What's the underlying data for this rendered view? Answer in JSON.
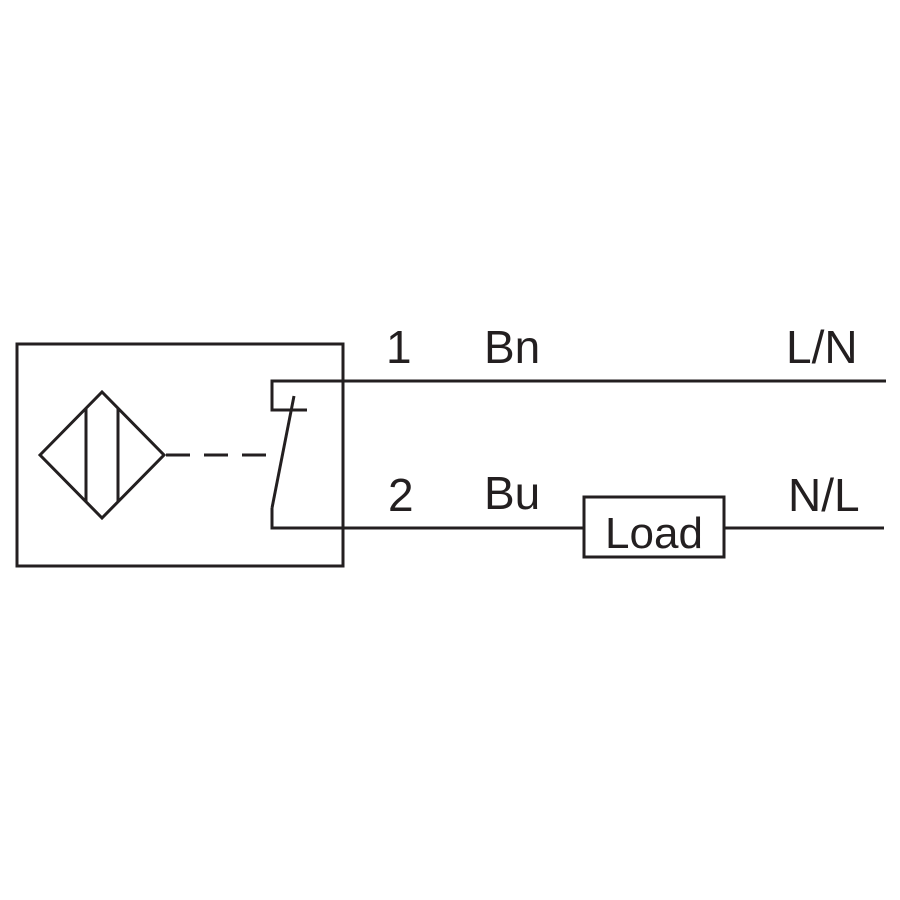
{
  "colors": {
    "background": "#ffffff",
    "ink": "#231f20"
  },
  "sensor": {
    "symbol_icon": "inductive-proximity-sensor-icon",
    "switch_icon": "normally-open-switch-icon"
  },
  "wires": {
    "wire_1": {
      "number": "1",
      "color_code": "Bn",
      "supply": "L/N"
    },
    "wire_2": {
      "number": "2",
      "color_code": "Bu",
      "supply": "N/L"
    }
  },
  "load": {
    "label": "Load"
  }
}
